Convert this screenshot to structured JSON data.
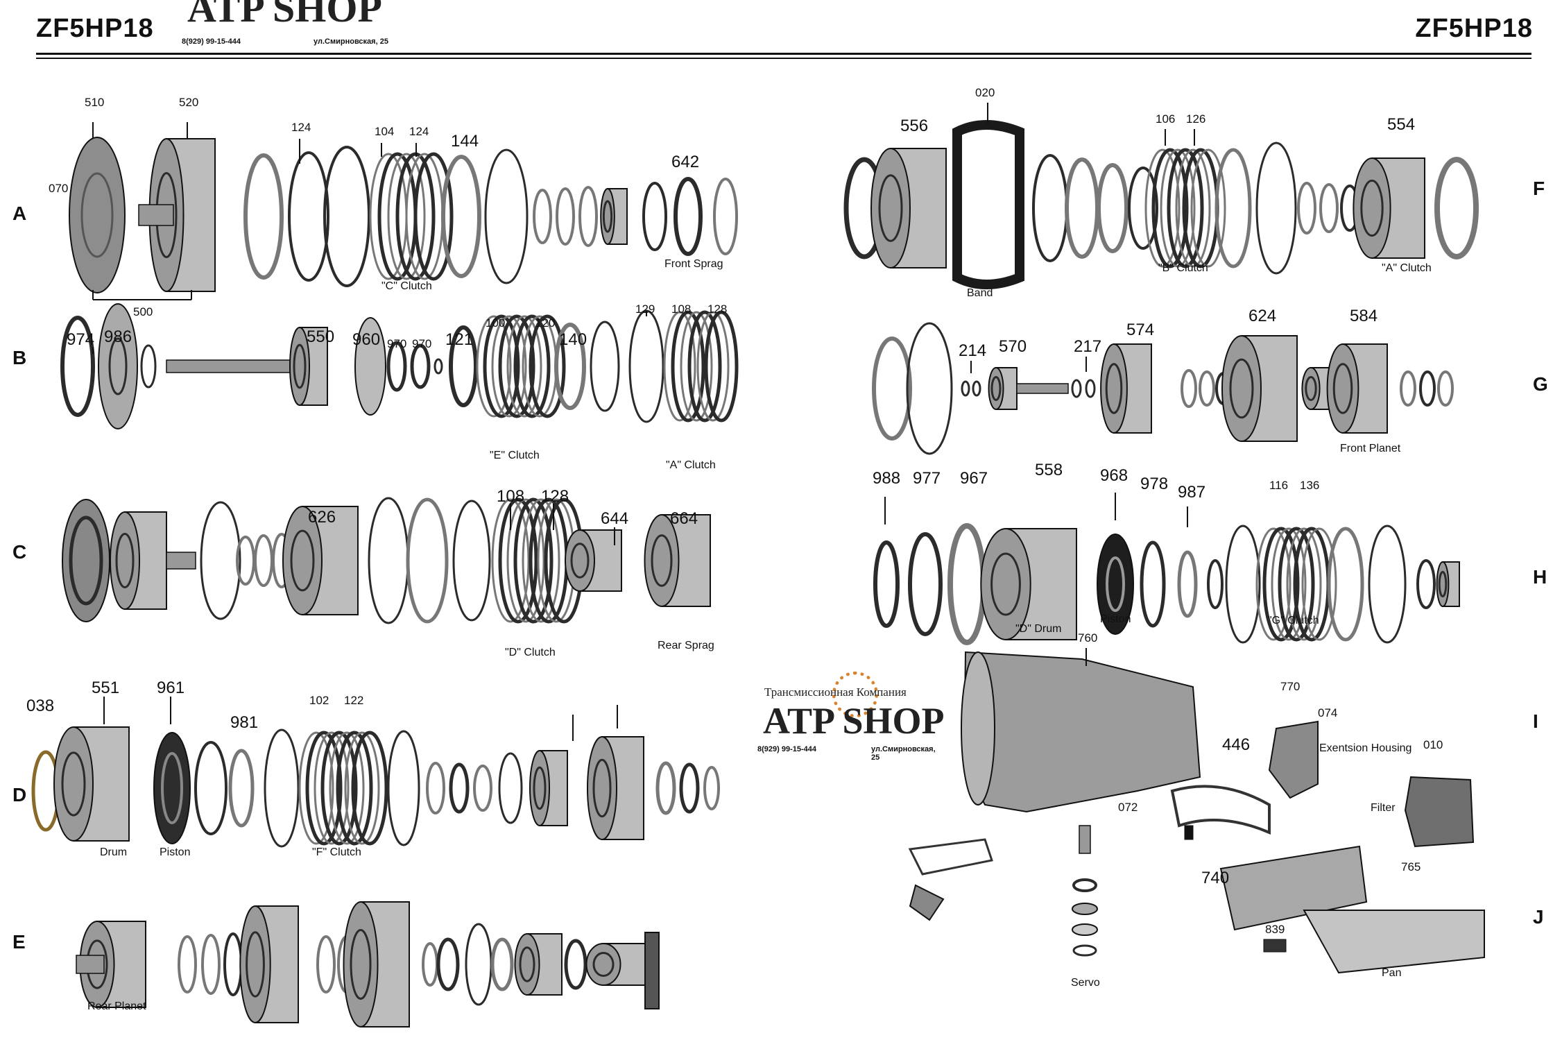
{
  "header": {
    "model_left": "ZF5HP18",
    "model_right": "ZF5HP18",
    "logo_text": "ATP SHOP",
    "phone": "8(929) 99-15-444",
    "address": "ул.Смирновская, 25"
  },
  "center_logo": {
    "company": "Трансмиссионная Компания",
    "name": "ATP SHOP",
    "phone": "8(929) 99-15-444",
    "address": "ул.Смирновская, 25"
  },
  "rows": [
    "A",
    "B",
    "C",
    "D",
    "E",
    "F",
    "G",
    "H",
    "I",
    "J"
  ],
  "labels": {
    "n510": "510",
    "n520": "520",
    "n070": "070",
    "n124a": "124",
    "n104": "104",
    "n124b": "124",
    "n144": "144",
    "n642": "642",
    "n500": "500",
    "n974": "974",
    "n986": "986",
    "n550": "550",
    "n960": "960",
    "n970a": "970",
    "n970b": "970",
    "n121": "121",
    "n100": "100",
    "n120": "120",
    "n140": "140",
    "n129": "129",
    "n108a": "108",
    "n128a": "128",
    "n626": "626",
    "n108b": "108",
    "n128b": "128",
    "n644": "644",
    "n664": "664",
    "n038": "038",
    "n551": "551",
    "n961": "961",
    "n981": "981",
    "n102": "102",
    "n122": "122",
    "n020": "020",
    "n556": "556",
    "n106": "106",
    "n126": "126",
    "n554": "554",
    "n214": "214",
    "n570": "570",
    "n217": "217",
    "n574": "574",
    "n624": "624",
    "n584": "584",
    "n988": "988",
    "n977": "977",
    "n967": "967",
    "n558": "558",
    "n968": "968",
    "n978": "978",
    "n987": "987",
    "n116": "116",
    "n136": "136",
    "n760": "760",
    "n770": "770",
    "n074": "074",
    "n446": "446",
    "n010": "010",
    "n072": "072",
    "n740": "740",
    "n765": "765",
    "n839": "839"
  },
  "captions": {
    "c_clutch": "\"C\" Clutch",
    "front_sprag": "Front Sprag",
    "e_clutch": "\"E\" Clutch",
    "a_clutch_b": "\"A\" Clutch",
    "d_clutch": "\"D\" Clutch",
    "rear_sprag": "Rear Sprag",
    "drum": "Drum",
    "piston_d": "Piston",
    "f_clutch": "\"F\" Clutch",
    "rear_planet": "Rear Planet",
    "band": "Band",
    "b_clutch": "\"B\" Clutch",
    "a_clutch_f": "\"A\" Clutch",
    "front_planet": "Front Planet",
    "d_drum": "\"D\" Drum",
    "piston_h": "Piston",
    "g_clutch": "\"G\" Clutch",
    "ext_housing": "Exentsion Housing",
    "filter": "Filter",
    "servo": "Servo",
    "pan": "Pan"
  },
  "colors": {
    "ink": "#111111",
    "part_dark": "#2b2b2b",
    "part_mid": "#777777",
    "part_light": "#bdbdbd",
    "logo_orange": "#d9822b"
  }
}
